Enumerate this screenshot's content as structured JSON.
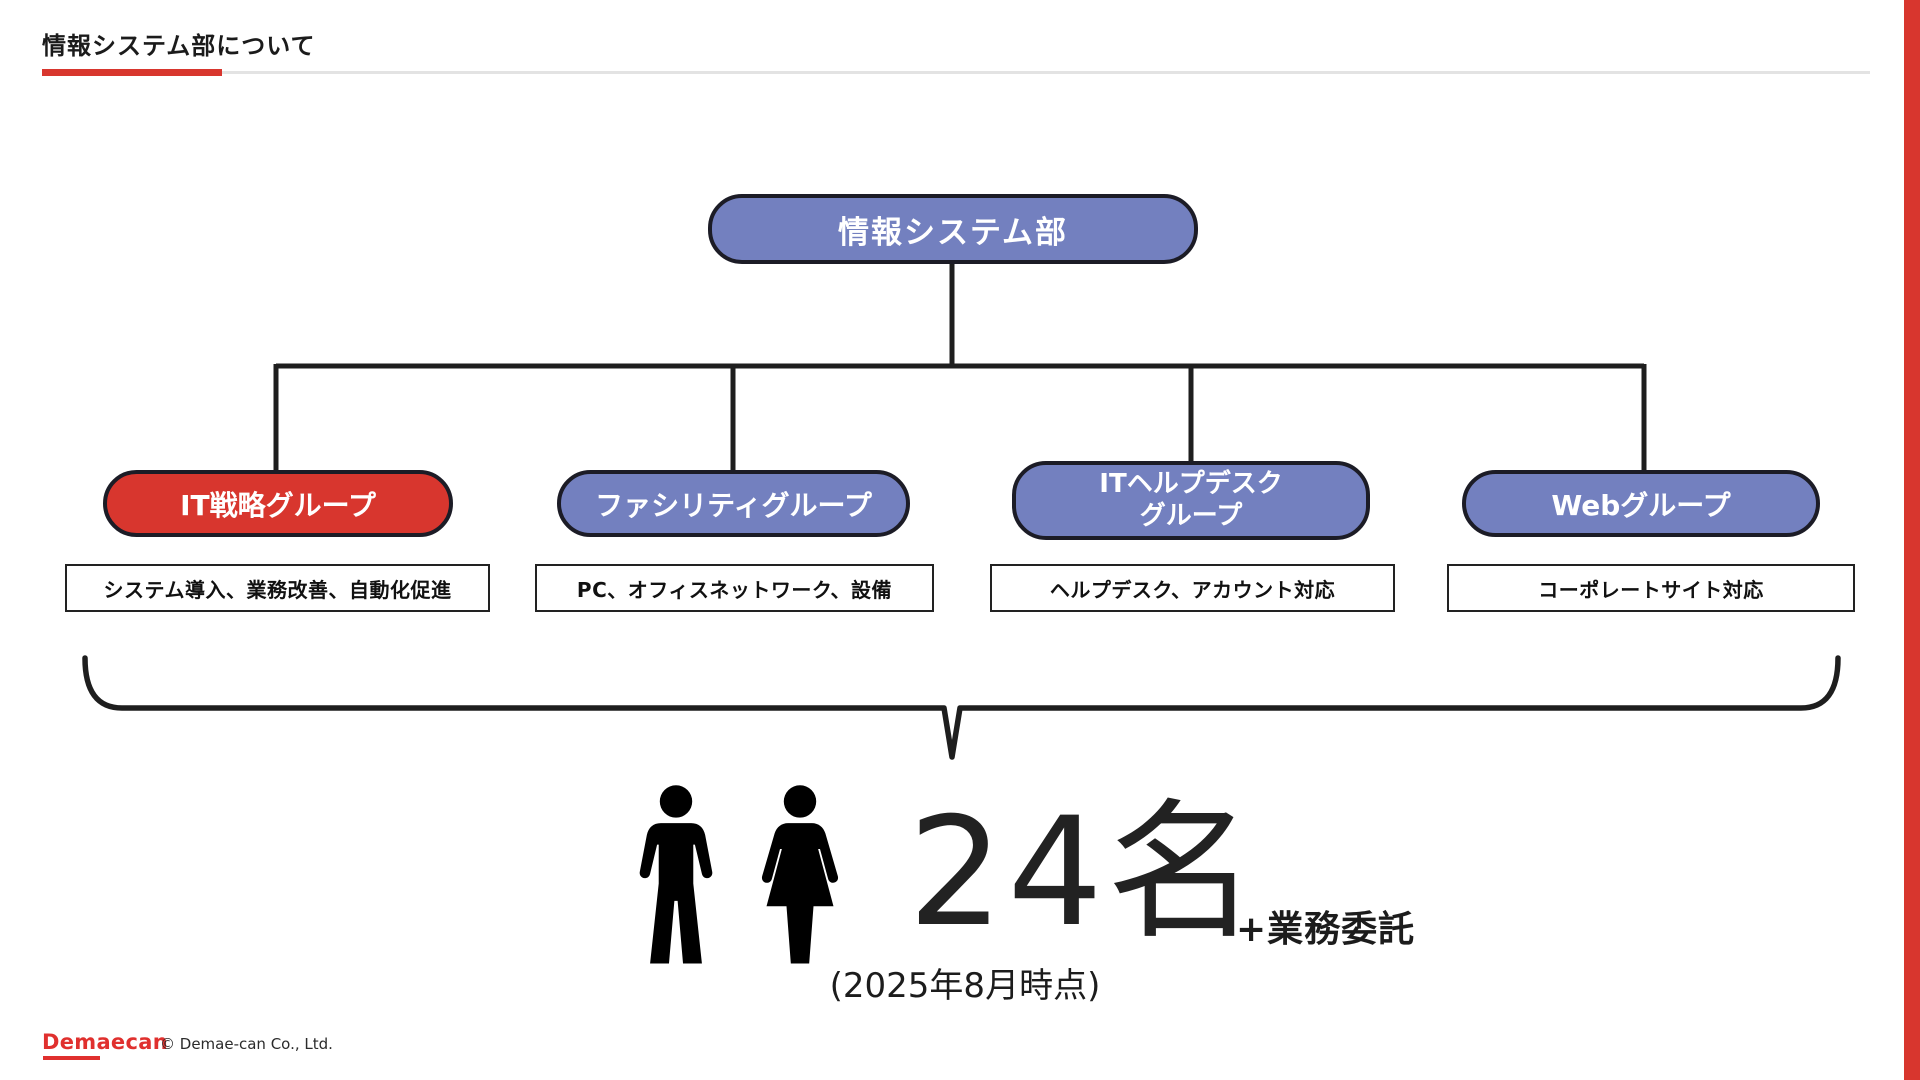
{
  "slide": {
    "title": "情報システム部について"
  },
  "org_chart": {
    "root": {
      "label": "情報システム部",
      "fill": "#7380bf"
    },
    "groups": [
      {
        "label": "IT戦略グループ",
        "fill": "#d8362e",
        "description": "システム導入、業務改善、自動化促進"
      },
      {
        "label": "ファシリティグループ",
        "fill": "#7380bf",
        "description": "PC、オフィスネットワーク、設備"
      },
      {
        "label": "ITヘルプデスク\nグループ",
        "fill": "#7380bf",
        "description": "ヘルプデスク、アカウント対応"
      },
      {
        "label": "Webグループ",
        "fill": "#7380bf",
        "description": "コーポレートサイト対応"
      }
    ]
  },
  "summary": {
    "icons": [
      "male-person-icon",
      "female-person-icon"
    ],
    "headcount": "24名",
    "addition": "+業務委託",
    "as_of": "(2025年8月時点)"
  },
  "footer": {
    "logo_text": "Demaecan",
    "copyright": "© Demae-can Co., Ltd."
  },
  "colors": {
    "accent_red": "#d8362e",
    "box_purple": "#7380bf",
    "connector_line": "#1e1e1e",
    "logo_red": "#e0302e",
    "title_rule_gray": "#e3e3e3"
  }
}
